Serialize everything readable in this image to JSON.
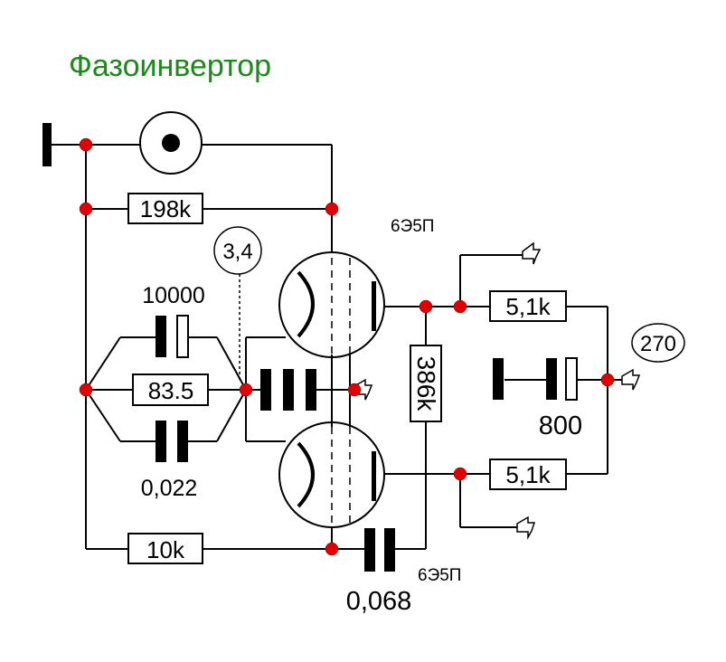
{
  "title": "Фазоинвертор",
  "colors": {
    "title": "#1a8a1a",
    "junction": "#e00000",
    "wire": "#000000"
  },
  "tube_labels": {
    "top": "6Э5П",
    "bottom": "6Э5П"
  },
  "resistors": {
    "r_feedback": "198k",
    "r_cathode": "83.5",
    "r_grid": "10k",
    "r_plate_load": "386k",
    "r_out_top": "5,1k",
    "r_out_bottom": "5,1k"
  },
  "capacitors": {
    "c_electrolytic_left": "10000",
    "c_bypass": "0,022",
    "c_coupling": "0,068",
    "c_electrolytic_right": "800"
  },
  "bubbles": {
    "voltage_cathode": "3,4",
    "voltage_supply": "270"
  }
}
